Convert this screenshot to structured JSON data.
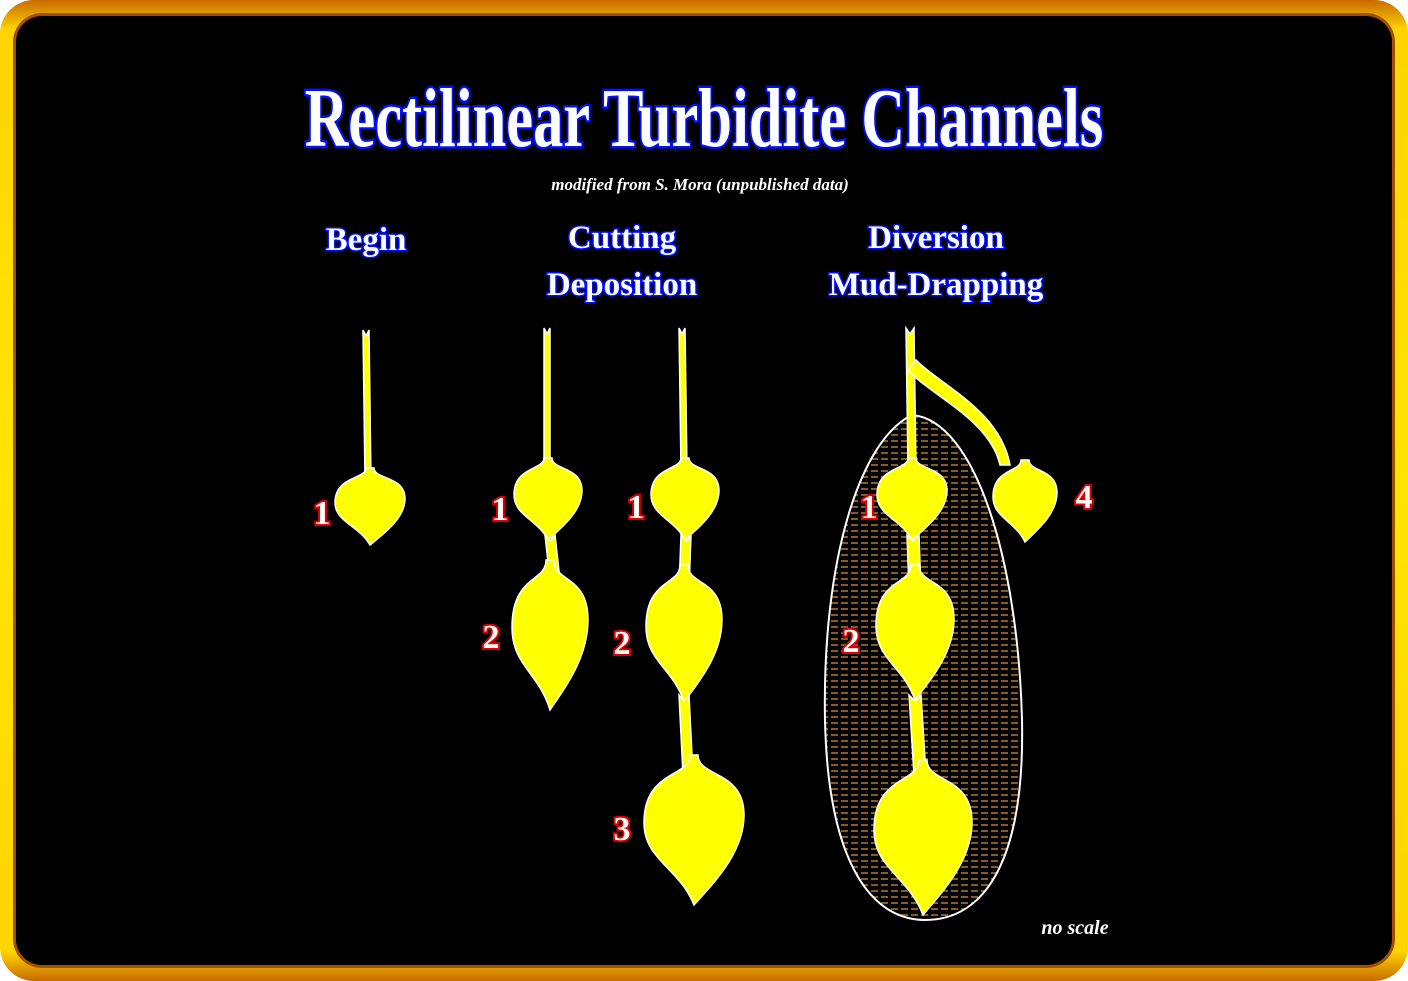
{
  "title": "Rectilinear Turbidite Channels",
  "subtitle": "modified from S. Mora (unpublished data)",
  "stages": [
    {
      "lines": [
        "Begin"
      ]
    },
    {
      "lines": [
        "Cutting",
        "Deposition"
      ]
    },
    {
      "lines": [
        "Diversion",
        "Mud-Drapping"
      ]
    }
  ],
  "lobe_labels": [
    "1",
    "1",
    "1",
    "2",
    "2",
    "1",
    "2",
    "3",
    "4"
  ],
  "note": "no scale",
  "colors": {
    "sand": "#ffff00",
    "mud": "#8b5a1e",
    "label_outline": "#e00000",
    "title_outline": "#0010ff",
    "frame": "#ffe400"
  }
}
